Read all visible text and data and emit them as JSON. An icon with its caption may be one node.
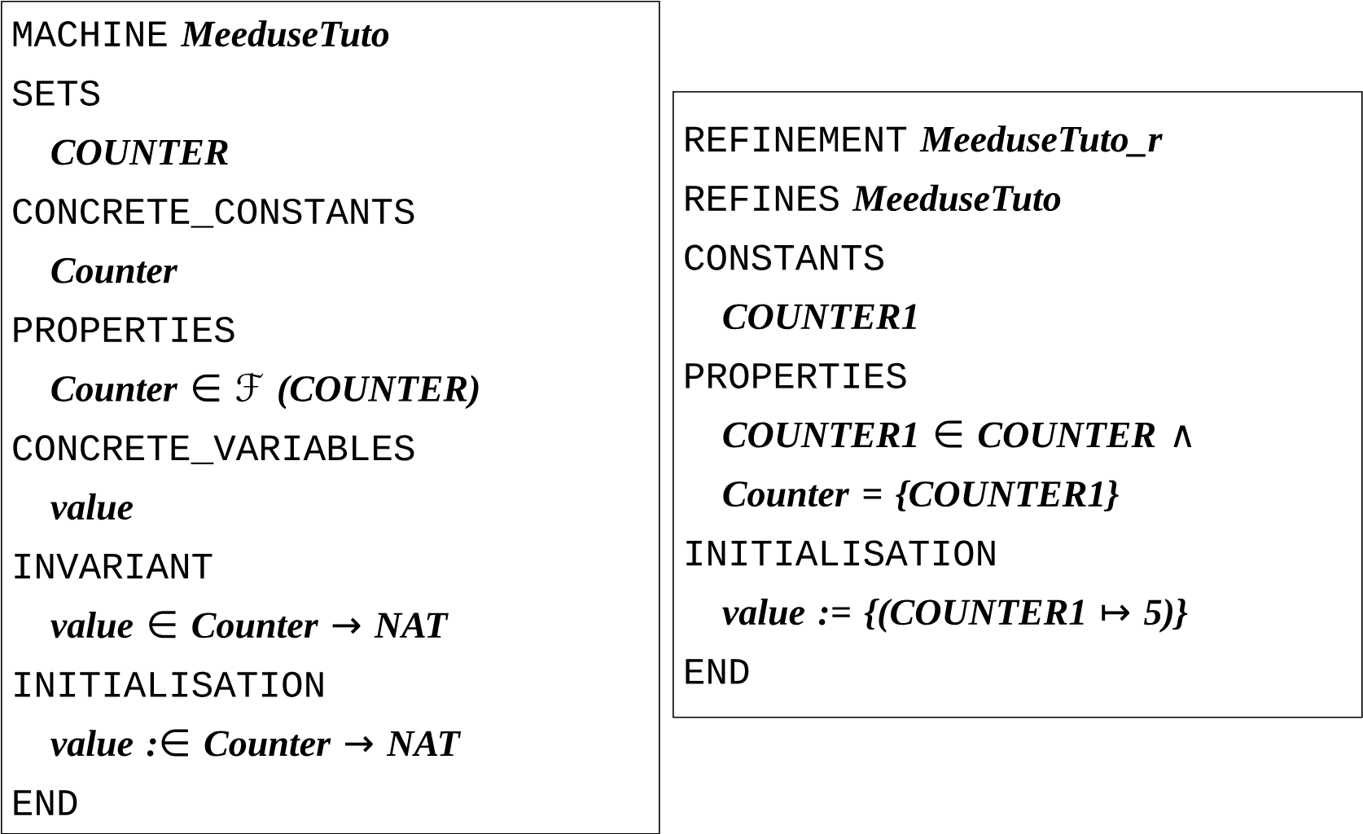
{
  "diagram": {
    "nodes": [
      {
        "text": [
          "MACHINE *MeeduseTuto*",
          "SETS",
          "COUNTER",
          "CONCRETE_CONSTANTS",
          "Counter",
          "PROPERTIES",
          "Counter ∈ ℱ (COUNTER)",
          "CONCRETE_VARIABLES",
          "value",
          "INVARIANT",
          "value ∈ Counter → NAT",
          "INITIALISATION",
          "value :∈ Counter → NAT",
          "END"
        ]
      },
      {
        "text": [
          "REFINEMENT *MeeduseTuto_r*",
          "REFINES *MeeduseTuto*",
          "CONSTANTS",
          "COUNTER1",
          "PROPERTIES",
          "COUNTER1 ∈ COUNTER ∧",
          "Counter = {COUNTER1}",
          "INITIALISATION",
          "value := {(COUNTER1 ↦ 5)}",
          "END"
        ]
      }
    ]
  }
}
